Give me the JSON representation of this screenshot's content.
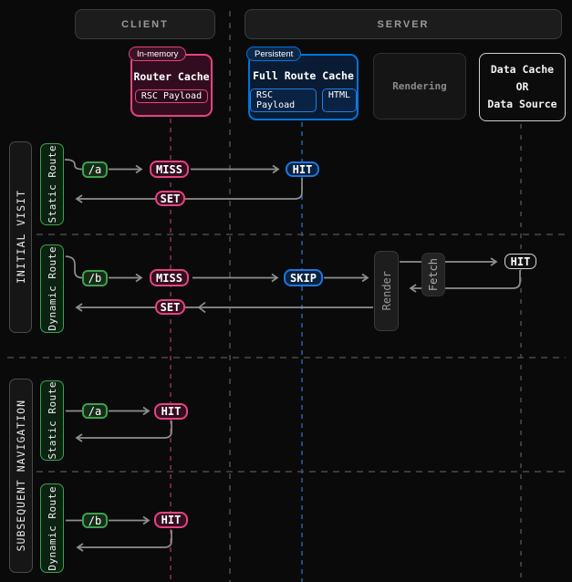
{
  "headers": {
    "client": "CLIENT",
    "server": "SERVER"
  },
  "cache_boxes": {
    "router": {
      "badge": "In-memory",
      "title": "Router Cache",
      "chip1": "RSC Payload"
    },
    "full_route": {
      "badge": "Persistent",
      "title": "Full Route Cache",
      "chip1": "RSC Payload",
      "chip2": "HTML"
    },
    "rendering": {
      "label": "Rendering"
    },
    "data_source": {
      "line1": "Data Cache",
      "line2": "OR",
      "line3": "Data Source"
    }
  },
  "sections": {
    "initial": "INITIAL VISIT",
    "subsequent": "SUBSEQUENT NAVIGATION"
  },
  "rows": {
    "r1": {
      "route": "Static Route",
      "path": "/a",
      "miss": "MISS",
      "hit": "HIT",
      "set": "SET"
    },
    "r2": {
      "route": "Dynamic Route",
      "path": "/b",
      "miss": "MISS",
      "skip": "SKIP",
      "set": "SET",
      "render": "Render",
      "fetch": "Fetch",
      "hit": "HIT"
    },
    "r3": {
      "route": "Static Route",
      "path": "/a",
      "hit": "HIT"
    },
    "r4": {
      "route": "Dynamic Route",
      "path": "/b",
      "hit": "HIT"
    }
  },
  "colors": {
    "background": "#0a0a0a",
    "accent_pink": "#e5447f",
    "accent_blue": "#0074de",
    "accent_green": "#3da14c",
    "line_gray": "#8f8f8f",
    "dashed_gray": "#4a4a4a",
    "dashed_pink": "#8a2f56",
    "dashed_blue": "#1d60a8"
  }
}
